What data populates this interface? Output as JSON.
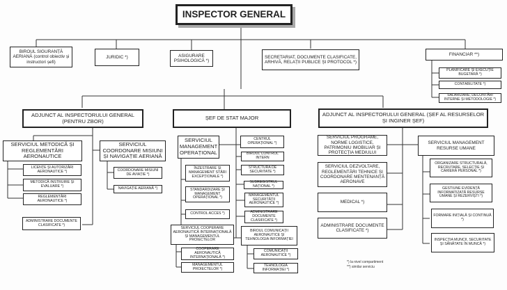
{
  "title": "INSPECTOR GENERAL",
  "staff": {
    "siguranta": "BIROUL SIGURANȚĂ AERIANĂ (control obiectiv și instructori șefi)",
    "juridic": "JURIDIC *)",
    "psihologica": "ASIGURARE PSIHOLOGICĂ *)",
    "secretariat": "SECRETARIAT, DOCUMENTE CLASIFICATE, ARHIVĂ, RELAȚII PUBLICE ȘI PROTOCOL *)",
    "financiar": {
      "label": "FINANCIAR **)",
      "children": [
        "PLANIFICARE ȘI EXECUȚIE BUGETARĂ *)",
        "CONTABILITATE *)",
        "SALARIZARE, DECONTĂRI INTERNE ȘI METODOLOGIE *)"
      ]
    }
  },
  "zbor": {
    "label": "ADJUNCT AL INSPECTORULUI GENERAL (PENTRU ZBOR)",
    "metodica": {
      "label": "SERVICIUL METODICĂ ȘI REGLEMENTĂRI AERONAUTICE",
      "children": [
        "LICENȚE ȘI AUTORIZĂRI AERONAUTICE *)",
        "METODICĂ INSTRUIRE ȘI EVALUARE *)",
        "REGLEMENTĂRI AERONAUTICE *)"
      ]
    },
    "coordonare": {
      "label": "SERVICIUL COORDONARE MISIUNI ȘI NAVIGAȚIE AERIANĂ",
      "children": [
        "COORDONARE MISIUNI DE AVIAȚIE *)",
        "NAVIGAȚIE AERIANĂ *)"
      ]
    },
    "admin_docs": "ADMINISTRARE DOCUMENTE CLASIFICATE *)"
  },
  "stat_major": {
    "label": "ȘEF DE STAT MAJOR",
    "operational": {
      "label": "SERVICIUL MANAGEMENT OPERAȚIONAL",
      "children": [
        "ÎNZESTRARE ȘI MANAGEMENT STĂRI EXCEPȚIONALE *)",
        "STANDARDIZARE ȘI MANAGEMENT OPERAȚIONAL *)",
        "CONTROL ACCES *)"
      ]
    },
    "cooperare": {
      "label": "SERVICIUL COOPERARE AERONAUTICĂ INTERNAȚIONALĂ ȘI MANAGEMENTUL PROIECTELOR",
      "children": [
        "COOPERARE AERONAUTICĂ INTERNAȚIONALĂ *)",
        "MANAGEMENTUL PROIECTELOR *)"
      ]
    },
    "direct": [
      "CENTRUL OPERAȚIONAL *)",
      "BIROUL CONTROL INTERN",
      "STRUCTURA DE SECURITATE *)",
      "SUBREGISTRUL NAȚIONAL *)",
      "MANAGEMENTUL SECURITĂȚII AERONAUTICE *)",
      "ADMINISTRARE DOCUMENTE CLASIFICATE *)"
    ],
    "comunicatii": {
      "label": "BIROUL COMUNICAȚII AERONAUTICE ȘI TEHNOLOGIA INFORMAȚIEI",
      "children": [
        "COMUNICAȚII AERONAUTICE *)",
        "TEHNOLOGIA INFORMAȚIEI *)"
      ]
    }
  },
  "resurse": {
    "label": "ADJUNCT AL INSPECTORULUI GENERAL (ȘEF AL RESURSELOR ȘI INGINER ȘEF)",
    "left": [
      "SERVICIUL PROGRAME, NORME LOGISTICE, PATRIMONIU IMOBILIAR ȘI PROTECȚIA MEDIULUI",
      "SERVICIUL DEZVOLTARE, REGLEMENTĂRI TEHNICE ȘI COORDONARE MENTENANȚĂ AERONAVE",
      "MEDICAL *)",
      "ADMINISTRARE DOCUMENTE CLASIFICATE *)"
    ],
    "umane": {
      "label": "SERVICIUL MANAGEMENT RESURSE UMANE",
      "children": [
        "ORGANIZARE STRUCTURALĂ, RECRUTARE, SELECȚIE ȘI CARIERĂ PERSONAL *)",
        "GESTIUNE EVIDENȚĂ INFORMATIZATĂ RESURSE UMANE ȘI REZERVIȘTI *)",
        "FORMARE INIȚIALĂ ȘI CONTINUĂ *)",
        "INSPECȚIA MUNCII, SECURITATE ȘI SĂNĂTATE ÎN MUNCĂ *)"
      ]
    }
  },
  "legend": {
    "note1": "*) la nivel compartiment",
    "note2": "**) similar serviciu"
  }
}
